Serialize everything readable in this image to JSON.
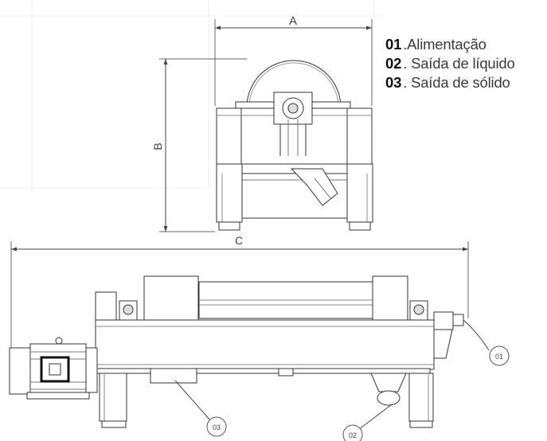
{
  "dimensions": {
    "a": "A",
    "b": "B",
    "c": "C"
  },
  "legend": [
    {
      "num": "01",
      "sep": ".",
      "label": "Alimentação"
    },
    {
      "num": "02",
      "sep": ". ",
      "label": "Saída de líquido"
    },
    {
      "num": "03",
      "sep": ". ",
      "label": "Saída de sólido"
    }
  ],
  "callouts": {
    "c01": "01",
    "c02": "02",
    "c03": "03"
  }
}
